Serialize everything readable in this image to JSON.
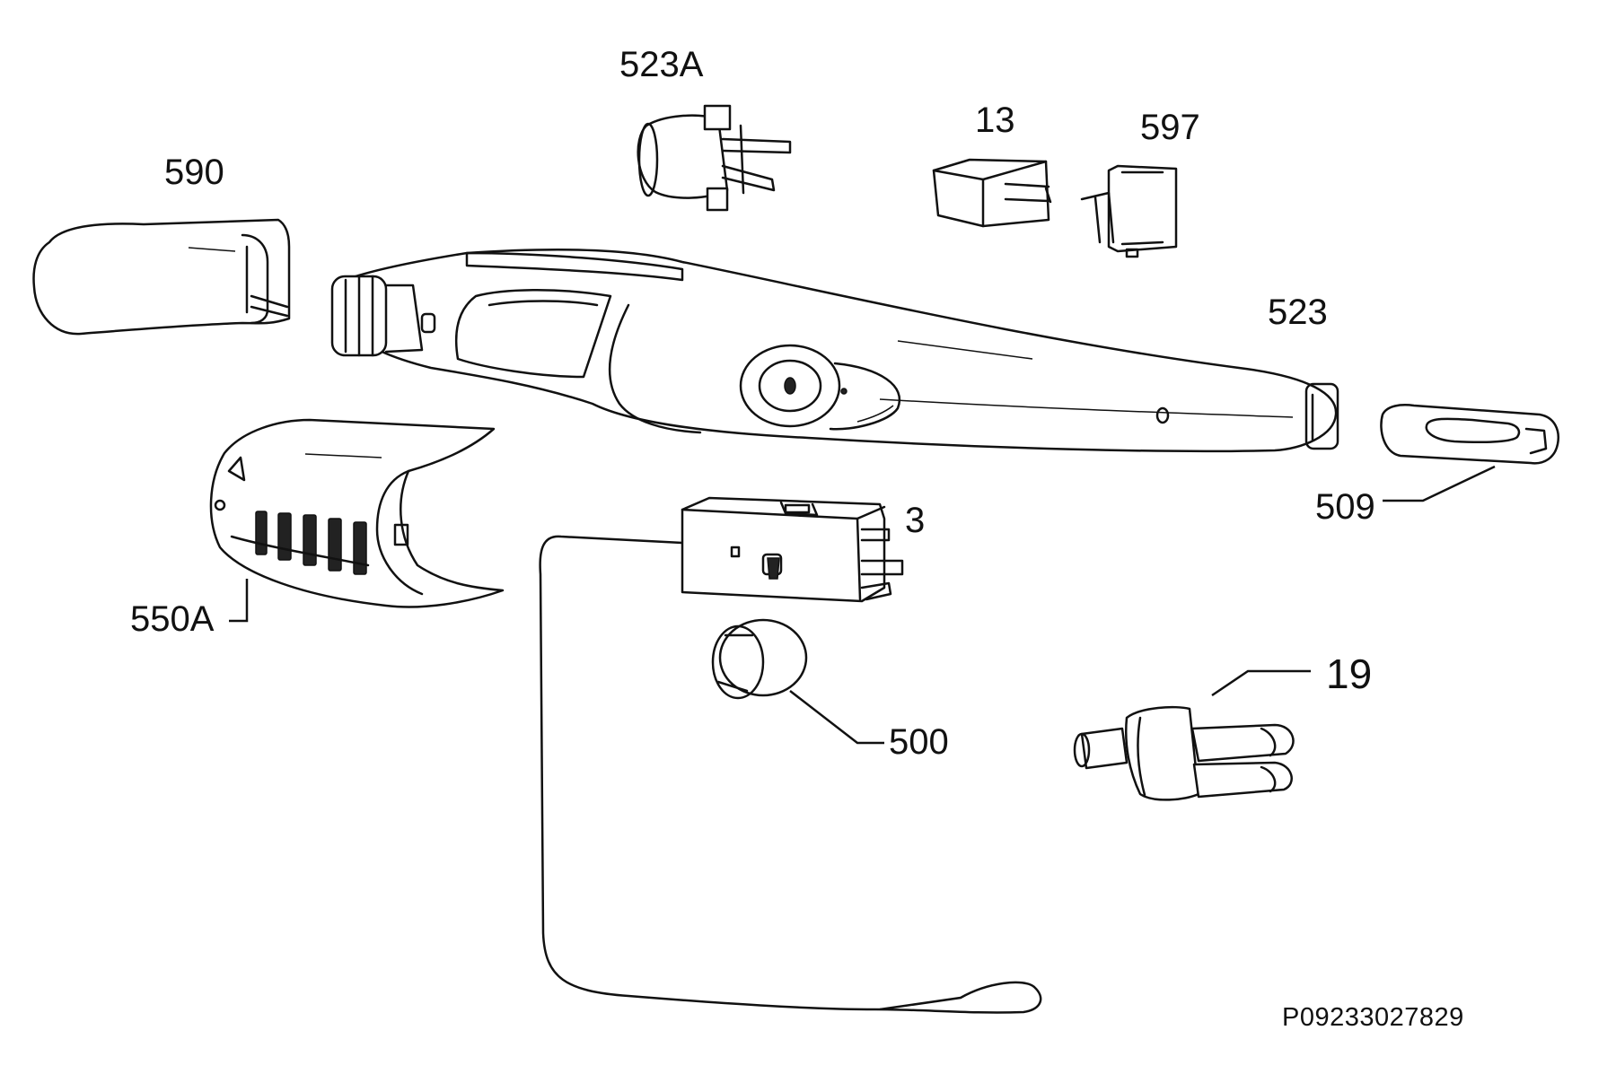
{
  "diagram": {
    "labels": {
      "p523A": "523A",
      "p13": "13",
      "p597": "597",
      "p590": "590",
      "p523": "523",
      "p509": "509",
      "p3": "3",
      "p550A": "550A",
      "p500": "500",
      "p19": "19"
    },
    "reference": "P09233027829"
  }
}
